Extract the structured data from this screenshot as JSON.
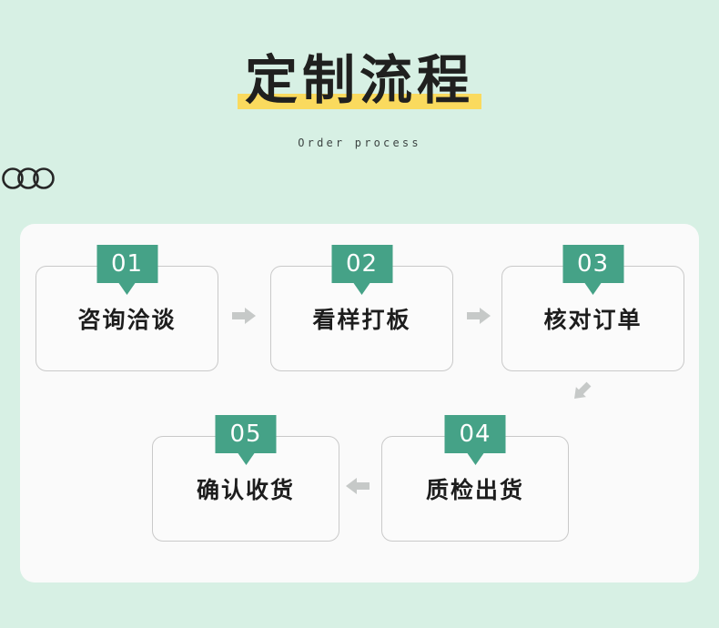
{
  "header": {
    "title": "定制流程",
    "subtitle": "Order process",
    "ornament": "three-rings-ornament",
    "highlight_color": "#fada5e",
    "background_color": "#d7f0e4"
  },
  "panel": {
    "background_color": "#fafafa"
  },
  "flow": {
    "badge_color": "#45a287",
    "arrow_color": "#c6c9c8",
    "steps": [
      {
        "number": "01",
        "label": "咨询洽谈"
      },
      {
        "number": "02",
        "label": "看样打板"
      },
      {
        "number": "03",
        "label": "核对订单"
      },
      {
        "number": "04",
        "label": "质检出货"
      },
      {
        "number": "05",
        "label": "确认收货"
      }
    ],
    "connectors": [
      {
        "name": "arrow-right-step1-step2",
        "direction": "right"
      },
      {
        "name": "arrow-right-step2-step3",
        "direction": "right"
      },
      {
        "name": "arrow-down-left-step3-step4",
        "direction": "down-left"
      },
      {
        "name": "arrow-left-step4-step5",
        "direction": "left"
      }
    ]
  }
}
